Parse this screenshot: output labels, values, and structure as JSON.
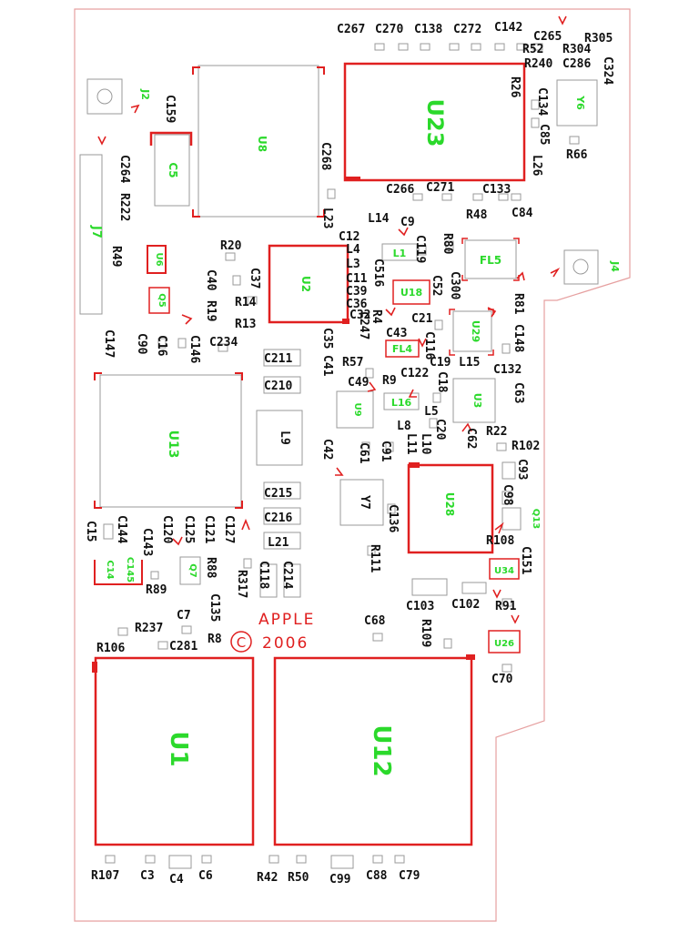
{
  "board": {
    "silkscreen_colors": {
      "outline": "#e6a0a0",
      "component": "#e02020",
      "designator": "#2bd92b",
      "label": "#111111",
      "pad": "#9a9a9a"
    },
    "brand": "APPLE",
    "year": "2006",
    "copyright_symbol": "C"
  },
  "ics": {
    "u1": "U1",
    "u12": "U12",
    "u13": "U13",
    "u8": "U8",
    "u23": "U23",
    "u28": "U28",
    "u2": "U2",
    "y6": "Y6",
    "y7": "Y7",
    "j7": "J7",
    "c5": "C5",
    "l9": "L9",
    "fl5": "FL5",
    "u29": "U29",
    "u3": "U3",
    "u9": "U9"
  },
  "small_ids": {
    "u6": "U6",
    "q5": "Q5",
    "q7": "Q7",
    "u18": "U18",
    "fl4": "FL4",
    "l16": "L16",
    "l1": "L1",
    "q13": "Q13",
    "u34": "U34",
    "u26": "U26",
    "c14": "C14",
    "c145": "C145",
    "j2": "J2",
    "j4": "J4"
  },
  "labels": [
    "C267",
    "C270",
    "C138",
    "C272",
    "C142",
    "C265",
    "R305",
    "R52",
    "R304",
    "R240",
    "C286",
    "C324",
    "R26",
    "C134",
    "C85",
    "L26",
    "R66",
    "C159",
    "C264",
    "R222",
    "R49",
    "C268",
    "C266",
    "C271",
    "C133",
    "R48",
    "C84",
    "L23",
    "L14",
    "C9",
    "C12",
    "L4",
    "L3",
    "C119",
    "R80",
    "C300",
    "R20",
    "C40",
    "R19",
    "C37",
    "R14",
    "R13",
    "C11",
    "C516",
    "C39",
    "C36",
    "C32",
    "R4",
    "C52",
    "C35",
    "C247",
    "C41",
    "C21",
    "C43",
    "C116",
    "R81",
    "C148",
    "C132",
    "C147",
    "C90",
    "C16",
    "C146",
    "C234",
    "C211",
    "C210",
    "R57",
    "C49",
    "R9",
    "C122",
    "C19",
    "L15",
    "C18",
    "L5",
    "C63",
    "L8",
    "C20",
    "C62",
    "R22",
    "L10",
    "L11",
    "C42",
    "C61",
    "C91",
    "R102",
    "C93",
    "C98",
    "C215",
    "C216",
    "C136",
    "C15",
    "C144",
    "C143",
    "C120",
    "C125",
    "C121",
    "C127",
    "R88",
    "C135",
    "C118",
    "C214",
    "R111",
    "R108",
    "C151",
    "R89",
    "R317",
    "L21",
    "C103",
    "C102",
    "R91",
    "R237",
    "C7",
    "R8",
    "C281",
    "R106",
    "C68",
    "R109",
    "C70",
    "R107",
    "C3",
    "C4",
    "C6",
    "R42",
    "R50",
    "C99",
    "C88",
    "C79"
  ]
}
